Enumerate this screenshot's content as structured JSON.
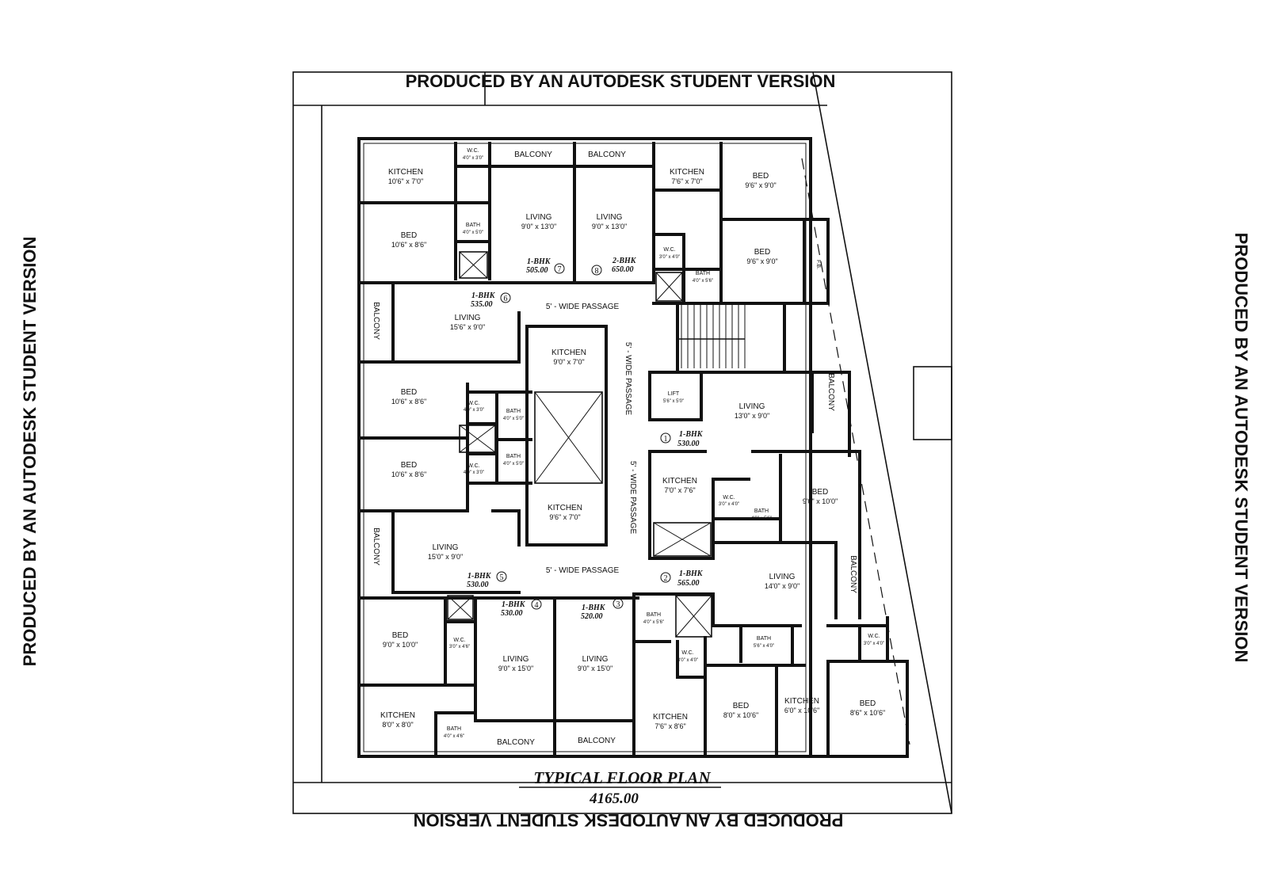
{
  "watermark": "PRODUCED BY AN AUTODESK STUDENT VERSION",
  "plan_title": "TYPICAL FLOOR PLAN",
  "total_area": "4165.00",
  "passages": {
    "top": "5' - WIDE PASSAGE",
    "bottom": "5' - WIDE PASSAGE",
    "vertical_upper": "5' - WIDE PASSAGE",
    "vertical_lower": "5' - WIDE PASSAGE"
  },
  "units": [
    {
      "number": "1",
      "type": "1-BHK",
      "area": "530.00"
    },
    {
      "number": "2",
      "type": "1-BHK",
      "area": "565.00"
    },
    {
      "number": "3",
      "type": "1-BHK",
      "area": "520.00"
    },
    {
      "number": "4",
      "type": "1-BHK",
      "area": "530.00"
    },
    {
      "number": "5",
      "type": "1-BHK",
      "area": "530.00"
    },
    {
      "number": "6",
      "type": "1-BHK",
      "area": "535.00"
    },
    {
      "number": "7",
      "type": "1-BHK",
      "area": "505.00"
    },
    {
      "number": "8",
      "type": "2-BHK",
      "area": "650.00"
    }
  ],
  "rooms": [
    {
      "name": "KITCHEN",
      "dim": "10'6\" x 7'0\""
    },
    {
      "name": "W.C.",
      "dim": "4'0\" x 3'0\""
    },
    {
      "name": "BALCONY",
      "dim": ""
    },
    {
      "name": "BALCONY",
      "dim": ""
    },
    {
      "name": "KITCHEN",
      "dim": "7'6\" x 7'0\""
    },
    {
      "name": "BED",
      "dim": "9'6\" x 9'0\""
    },
    {
      "name": "BED",
      "dim": "10'6\" x 8'6\""
    },
    {
      "name": "BATH",
      "dim": "4'0\" x 5'0\""
    },
    {
      "name": "LIVING",
      "dim": "9'0\" x 13'0\""
    },
    {
      "name": "LIVING",
      "dim": "9'0\" x 13'0\""
    },
    {
      "name": "W.C.",
      "dim": "3'0\" x 4'0\""
    },
    {
      "name": "BATH",
      "dim": "4'0\" x 5'6\""
    },
    {
      "name": "BED",
      "dim": "9'6\" x 9'0\""
    },
    {
      "name": "F.B.",
      "dim": ""
    },
    {
      "name": "BALCONY",
      "dim": ""
    },
    {
      "name": "LIVING",
      "dim": "15'6\" x 9'0\""
    },
    {
      "name": "KITCHEN",
      "dim": "9'0\" x 7'0\""
    },
    {
      "name": "BED",
      "dim": "10'6\" x 8'6\""
    },
    {
      "name": "W.C.",
      "dim": "4'0\" x 3'0\""
    },
    {
      "name": "BATH",
      "dim": "4'0\" x 5'0\""
    },
    {
      "name": "BATH",
      "dim": "4'0\" x 5'0\""
    },
    {
      "name": "W.C.",
      "dim": "4'0\" x 3'0\""
    },
    {
      "name": "BED",
      "dim": "10'6\" x 8'6\""
    },
    {
      "name": "LIFT",
      "dim": "5'6\" x 5'0\""
    },
    {
      "name": "LIVING",
      "dim": "13'0\" x 9'0\""
    },
    {
      "name": "BALCONY",
      "dim": ""
    },
    {
      "name": "KITCHEN",
      "dim": "7'0\" x 7'6\""
    },
    {
      "name": "W.C.",
      "dim": "3'0\" x 4'0\""
    },
    {
      "name": "BATH",
      "dim": "4'0\" x 5'6\""
    },
    {
      "name": "BED",
      "dim": "9'0\" x 10'0\""
    },
    {
      "name": "KITCHEN",
      "dim": "9'6\" x 7'0\""
    },
    {
      "name": "BALCONY",
      "dim": ""
    },
    {
      "name": "LIVING",
      "dim": "15'0\" x 9'0\""
    },
    {
      "name": "LIVING",
      "dim": "14'0\" x 9'0\""
    },
    {
      "name": "BALCONY",
      "dim": ""
    },
    {
      "name": "BED",
      "dim": "9'0\" x 10'0\""
    },
    {
      "name": "W.C.",
      "dim": "3'0\" x 4'6\""
    },
    {
      "name": "LIVING",
      "dim": "9'0\" x 15'0\""
    },
    {
      "name": "LIVING",
      "dim": "9'0\" x 15'0\""
    },
    {
      "name": "BATH",
      "dim": "4'0\" x 5'6\""
    },
    {
      "name": "W.C.",
      "dim": "3'0\" x 4'0\""
    },
    {
      "name": "BATH",
      "dim": "5'6\" x 4'0\""
    },
    {
      "name": "W.C.",
      "dim": "3'0\" x 4'0\""
    },
    {
      "name": "KITCHEN",
      "dim": "8'0\" x 8'0\""
    },
    {
      "name": "BATH",
      "dim": "4'0\" x 4'6\""
    },
    {
      "name": "BALCONY",
      "dim": ""
    },
    {
      "name": "BALCONY",
      "dim": ""
    },
    {
      "name": "KITCHEN",
      "dim": "7'6\" x 8'6\""
    },
    {
      "name": "BED",
      "dim": "8'0\" x 10'6\""
    },
    {
      "name": "KITCHEN",
      "dim": "6'0\" x 10'6\""
    },
    {
      "name": "BED",
      "dim": "8'6\" x 10'6\""
    }
  ]
}
